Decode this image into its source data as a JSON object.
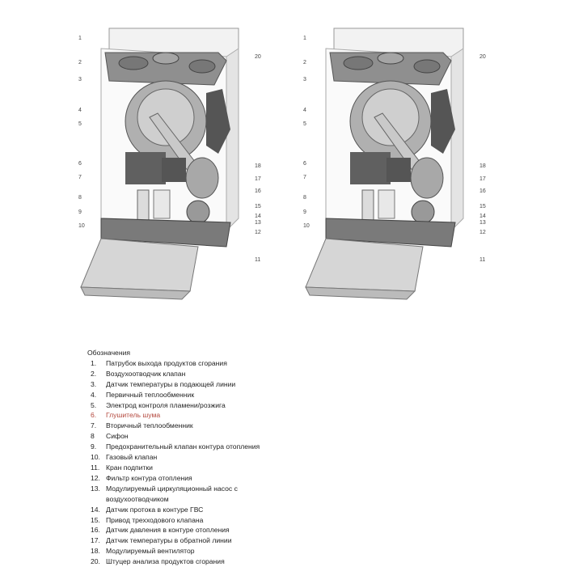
{
  "diagram": {
    "left_labels": [
      "1",
      "2",
      "3",
      "4",
      "5",
      "6",
      "7",
      "8",
      "9",
      "10"
    ],
    "right_labels": [
      "20",
      "18",
      "17",
      "16",
      "15",
      "14",
      "13",
      "12",
      "11"
    ]
  },
  "legend": {
    "title": "Обозначения",
    "items": [
      {
        "num": "1.",
        "text": "Патрубок выхода продуктов сгорания"
      },
      {
        "num": "2.",
        "text": "Воздухоотводчик клапан"
      },
      {
        "num": "3.",
        "text": "Датчик температуры в подающей линии"
      },
      {
        "num": "4.",
        "text": "Первичный теплообменник"
      },
      {
        "num": "5.",
        "text": "Электрод контроля пламени/розжига"
      },
      {
        "num": "6.",
        "text": "Глушитель шума",
        "highlight": true
      },
      {
        "num": "7.",
        "text": "Вторичный теплообменник"
      },
      {
        "num": "8",
        "text": "Сифон"
      },
      {
        "num": "9.",
        "text": "Предохранительный клапан контура отопления"
      },
      {
        "num": "10.",
        "text": "Газовый клапан"
      },
      {
        "num": "11.",
        "text": "Кран подпитки"
      },
      {
        "num": "12.",
        "text": "Фильтр контура отопления"
      },
      {
        "num": "13.",
        "text": "Модулируемый циркуляционный насос с"
      },
      {
        "num": "",
        "text": "воздухоотводчиком"
      },
      {
        "num": "14.",
        "text": "Датчик протока в контуре ГВС"
      },
      {
        "num": "15.",
        "text": "Привод трехходового клапана"
      },
      {
        "num": "16.",
        "text": "Датчик давления в контуре отопления"
      },
      {
        "num": "17.",
        "text": "Датчик температуры в обратной линии"
      },
      {
        "num": "18.",
        "text": "Модулируемый вентилятор"
      },
      {
        "num": "20.",
        "text": "Штуцер анализа продуктов сгорания"
      }
    ]
  },
  "colors": {
    "highlight": "#b3473c"
  }
}
